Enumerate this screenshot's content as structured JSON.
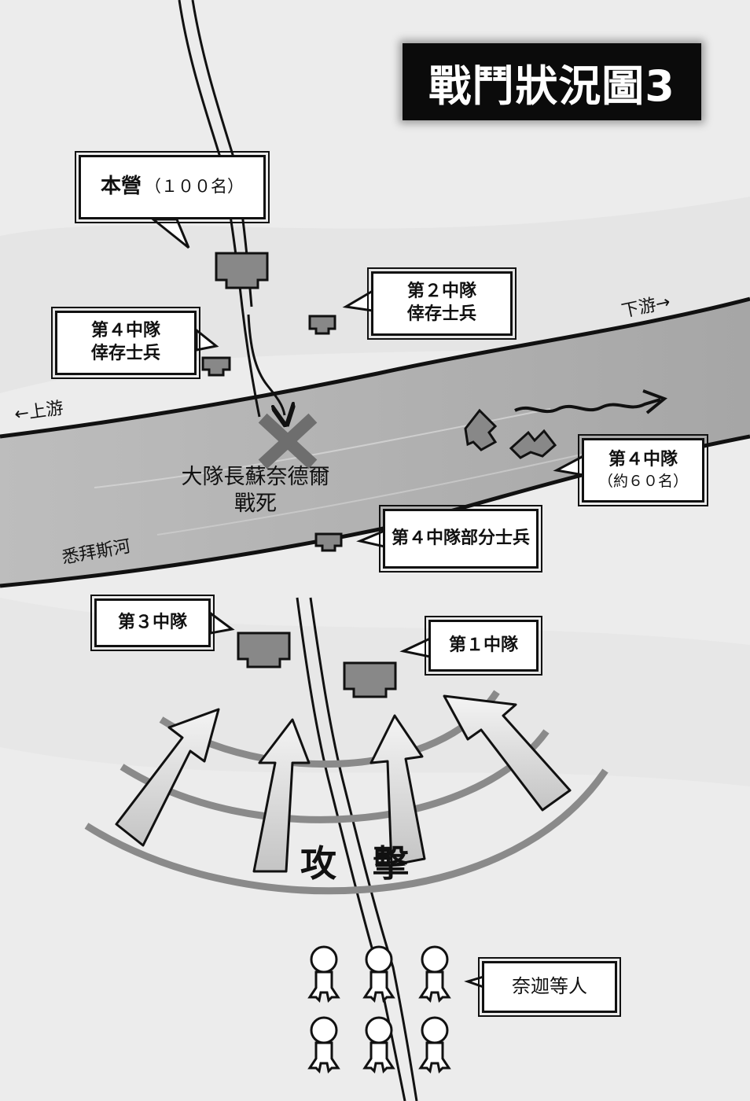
{
  "title": "戰鬥狀況圖3",
  "labels": {
    "upstream": "←上游",
    "downstream": "下游→",
    "river": "悉拜斯河",
    "death_line1": "大隊長蘇奈德爾",
    "death_line2": "戰死",
    "attack": "攻　擊"
  },
  "callouts": {
    "hq_main": "本營",
    "hq_count": "（１００名）",
    "c2_line1": "第２中隊",
    "c2_line2": "倖存士兵",
    "c4_surv_line1": "第４中隊",
    "c4_surv_line2": "倖存士兵",
    "c4_main": "第４中隊",
    "c4_count": "（約６０名）",
    "c4_part": "第４中隊部分士兵",
    "c3": "第３中隊",
    "c1": "第１中隊",
    "naga": "奈迦等人"
  }
}
